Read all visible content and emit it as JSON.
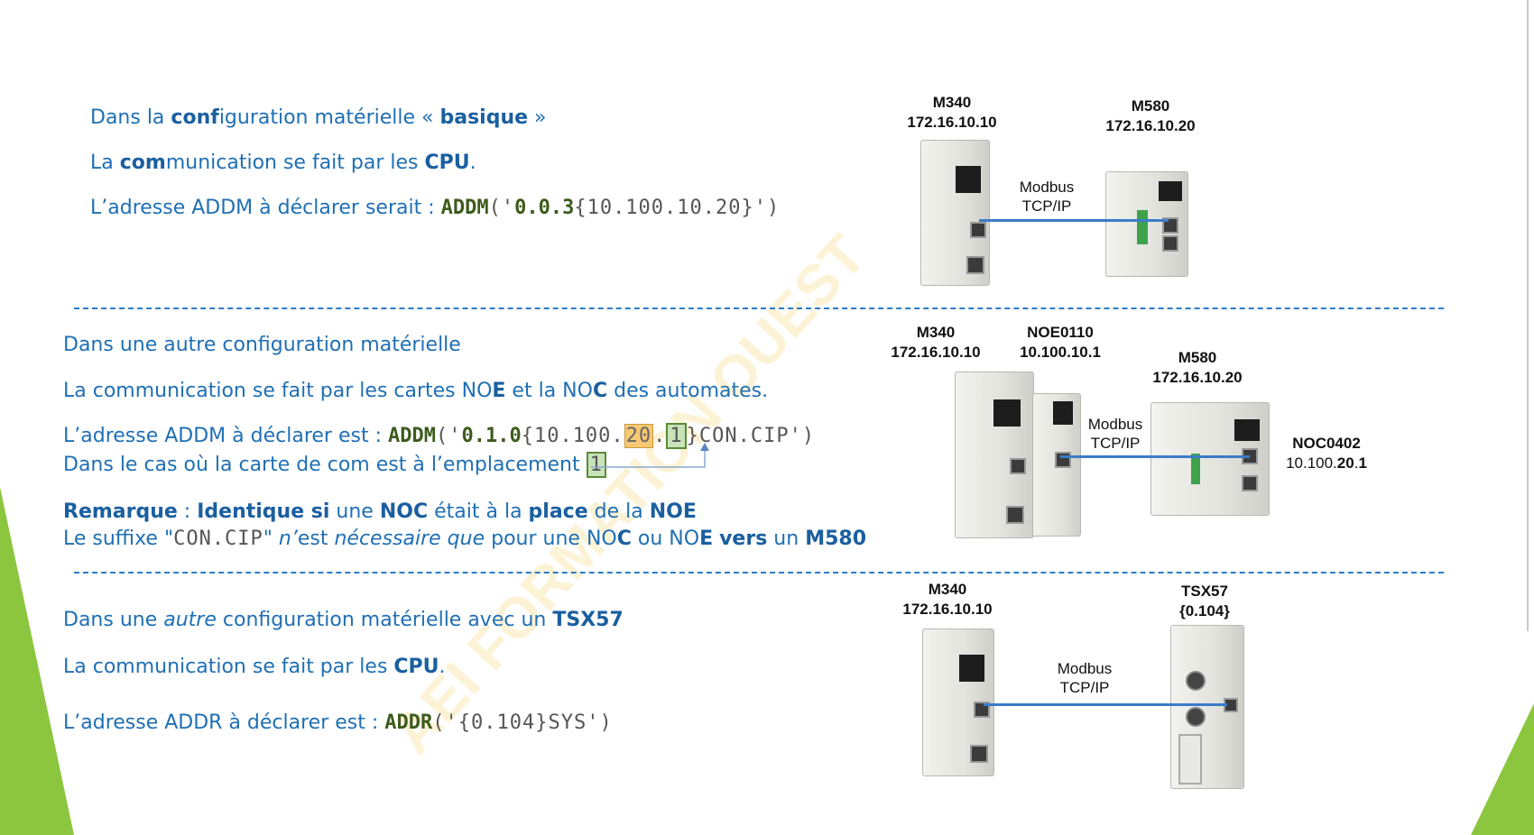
{
  "colors": {
    "text": "#1f6fb4",
    "keyword": "#3d5b1d",
    "separator": "#2b7ac6",
    "link": "#3a7cc8",
    "accent_green": "#8cc63f"
  },
  "watermark": "AEI    FORMATION    OUEST",
  "section1": {
    "line1": {
      "p1": "Dans la ",
      "b1": "conf",
      "p2": "iguration matérielle « ",
      "b2": "basique",
      "p3": " »"
    },
    "line2": {
      "p1": "La ",
      "b1": "com",
      "p2": "munication se fait par les ",
      "b2": "CPU",
      "p3": "."
    },
    "line3": {
      "prefix": "L’adresse ADDM à déclarer serait : ",
      "kw": "ADDM",
      "open": "('",
      "addr": "0.0.3",
      "rest": "{10.100.10.20}",
      "close": "')"
    },
    "diagram": {
      "dev1_name": "M340",
      "dev1_ip": "172.16.10.10",
      "dev2_name": "M580",
      "dev2_ip": "172.16.10.20",
      "link_line1": "Modbus",
      "link_line2": "TCP/IP"
    }
  },
  "section2": {
    "line1": "Dans une autre configuration matérielle",
    "line2": {
      "p1": "La communication se fait par les cartes NO",
      "b1": "E",
      "p2": " et la NO",
      "b2": "C",
      "p3": " des automates."
    },
    "line3": {
      "prefix": "L’adresse ADDM à déclarer est : ",
      "kw": "ADDM",
      "open": "('",
      "addr": "0.1.0",
      "ip_a": "{10.100.",
      "ip_hl": "20",
      "dot": ".",
      "slot_hl": "1",
      "suffix": "}CON.CIP",
      "close": "')"
    },
    "line4": {
      "text": "Dans le cas où la carte de com est à l’emplacement ",
      "slot": "1"
    },
    "remark1": {
      "b1": "Remarque",
      "p1": " : ",
      "b2": "Identique si",
      "p2": " une ",
      "b3": "NOC",
      "p3": " était à la ",
      "b4": "place",
      "p4": " de la ",
      "b5": "NOE"
    },
    "remark2": {
      "p1": "Le suffixe \"",
      "code": "CON.CIP",
      "p2": "\" ",
      "i1": "n’",
      "p3": "est ",
      "i2": "nécessaire que",
      "p4": " pour une NO",
      "b1": "C",
      "p5": " ou NO",
      "b2": "E",
      "p6": " ",
      "b3": "vers",
      "p7": " un ",
      "b4": "M580"
    },
    "diagram": {
      "dev1_name": "M340",
      "dev1_ip": "172.16.10.10",
      "card_name": "NOE0110",
      "card_ip": "10.100.10.1",
      "dev2_name": "M580",
      "dev2_ip": "172.16.10.20",
      "noc_name": "NOC0402",
      "noc_ip_a": "10.100.",
      "noc_ip_b": "20",
      "noc_ip_c": ".",
      "noc_ip_d": "1",
      "link_line1": "Modbus",
      "link_line2": "TCP/IP"
    }
  },
  "section3": {
    "line1": {
      "p1": "Dans une ",
      "i1": "autre",
      "p2": " configuration matérielle avec un ",
      "b1": "TSX57"
    },
    "line2": {
      "p1": "La communication se fait par les ",
      "b1": "CPU",
      "p2": "."
    },
    "line3": {
      "prefix": "L’adresse ADDR à déclarer est : ",
      "kw": "ADDR",
      "open": "('",
      "rest": "{0.104}SYS",
      "close": "')"
    },
    "diagram": {
      "dev1_name": "M340",
      "dev1_ip": "172.16.10.10",
      "dev2_name": "TSX57",
      "dev2_addr": "{0.104}",
      "link_line1": "Modbus",
      "link_line2": "TCP/IP"
    }
  }
}
